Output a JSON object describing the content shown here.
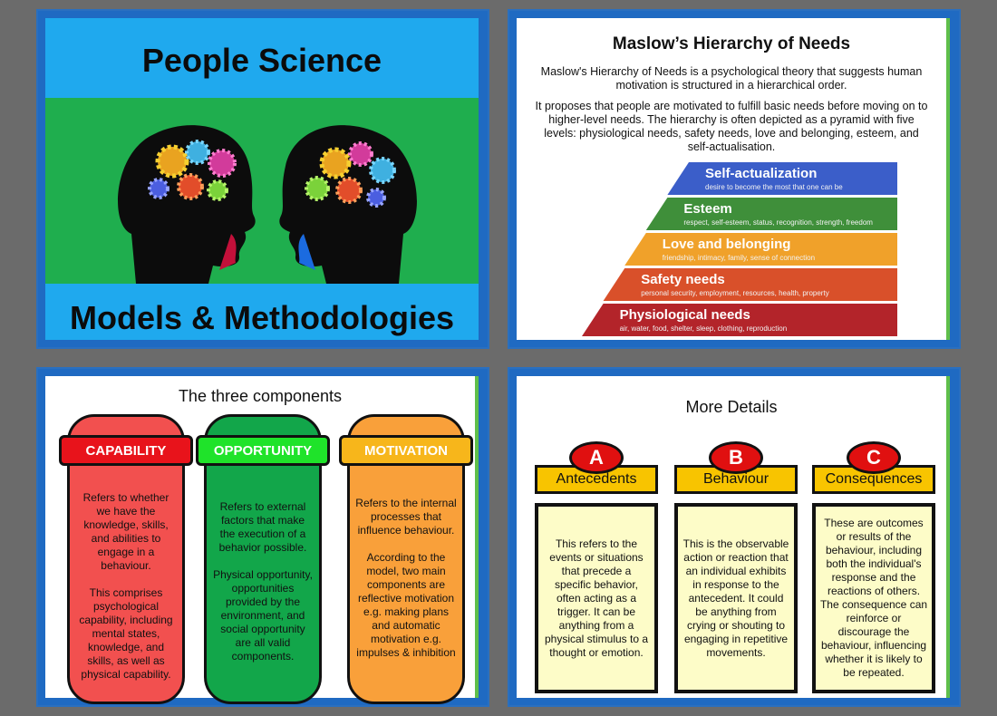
{
  "slide1": {
    "title": "People Science",
    "subtitle": "Models & Methodologies"
  },
  "slide2": {
    "title": "Maslow’s Hierarchy of Needs",
    "paragraph1": "Maslow's Hierarchy of Needs is a psychological theory that suggests human motivation is structured in a hierarchical order.",
    "paragraph2": "It proposes that people are motivated to fulfill basic needs before moving on to higher-level needs. The hierarchy is often depicted as a pyramid with five levels: physiological needs, safety needs, love and belonging, esteem, and self-actualisation.",
    "pyramid": [
      {
        "label": "Self-actualization",
        "desc": "desire to become the most that one can be",
        "color": "#3b5ec9"
      },
      {
        "label": "Esteem",
        "desc": "respect, self-esteem, status, recognition, strength, freedom",
        "color": "#3f8f3a"
      },
      {
        "label": "Love and belonging",
        "desc": "friendship, intimacy, family, sense of connection",
        "color": "#f0a12a"
      },
      {
        "label": "Safety needs",
        "desc": "personal security, employment, resources, health, property",
        "color": "#d9502a"
      },
      {
        "label": "Physiological needs",
        "desc": "air, water, food, shelter, sleep, clothing, reproduction",
        "color": "#b3242a"
      }
    ]
  },
  "slide3": {
    "title": "The three components",
    "components": [
      {
        "label": "CAPABILITY",
        "color": "#f2504f",
        "head_color": "#e8131b",
        "text": "Refers to whether we have the knowledge, skills, and abilities to engage in a behaviour.\n\nThis comprises psychological capability, including mental states, knowledge, and skills, as well as physical capability."
      },
      {
        "label": "OPPORTUNITY",
        "color": "#12a64a",
        "head_color": "#1fe32a",
        "text": "Refers to external factors that make the execution of a behavior possible.\n\nPhysical opportunity, opportunities provided by the environment, and social opportunity are all valid components."
      },
      {
        "label": "MOTIVATION",
        "color": "#f9a03a",
        "head_color": "#f7b61b",
        "text": "Refers to the internal processes that influence behaviour.\n\nAccording to the model, two main components are reflective motivation e.g. making plans and automatic motivation e.g. impulses & inhibition"
      }
    ]
  },
  "slide4": {
    "title": "More Details",
    "columns": [
      {
        "letter": "A",
        "label": "Antecedents",
        "text": "This refers to the events or situations that precede a specific behavior, often acting as a trigger. It can be anything from a physical stimulus to a thought or emotion."
      },
      {
        "letter": "B",
        "label": "Behaviour",
        "text": "This is the observable action or reaction that an individual exhibits in response to the antecedent. It could be anything from crying or shouting to engaging in repetitive movements."
      },
      {
        "letter": "C",
        "label": "Consequences",
        "text": "These are outcomes or results of the behaviour, including both the individual's response and the reactions of others. The consequence can reinforce or discourage the behaviour, influencing whether it is likely to be repeated."
      }
    ]
  }
}
